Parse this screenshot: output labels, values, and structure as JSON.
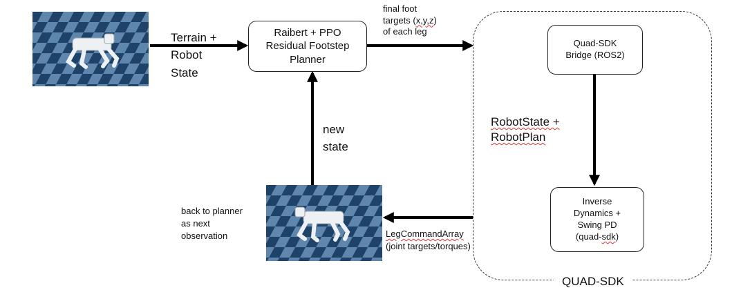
{
  "nodes": {
    "planner": "Raibert + PPO\nResidual Footstep\nPlanner",
    "bridge": "Quad-SDK\nBridge (ROS2)",
    "inverse_line1": "Inverse",
    "inverse_line2": "Dynamics +",
    "inverse_line3": "Swing PD",
    "inverse_line4": "(quad-",
    "inverse_line4b": "sdk",
    "inverse_line4c": ")"
  },
  "edges": {
    "terrain_line1": "Terrain +",
    "terrain_line2": "Robot",
    "terrain_line3": "State",
    "foot_line1": "final foot",
    "foot_line2a": "targets (",
    "foot_line2b": "x,y,z",
    "foot_line2c": ")",
    "foot_line3": "of each leg",
    "new_line1": "new",
    "new_line2": "state",
    "robot_line1": "RobotState +",
    "robot_line2": "RobotPlan",
    "leg_line1": "LegCommandArray",
    "leg_line2": "(joint targets/torques)",
    "back_line1": "back to planner",
    "back_line2": "as next",
    "back_line3": "observation"
  },
  "cluster": {
    "label": "QUAD-SDK"
  },
  "colors": {
    "tile_light": "#5f86ad",
    "tile_dark": "#1f4368",
    "robot": "#eef1f4",
    "squiggle": "#d33333"
  }
}
